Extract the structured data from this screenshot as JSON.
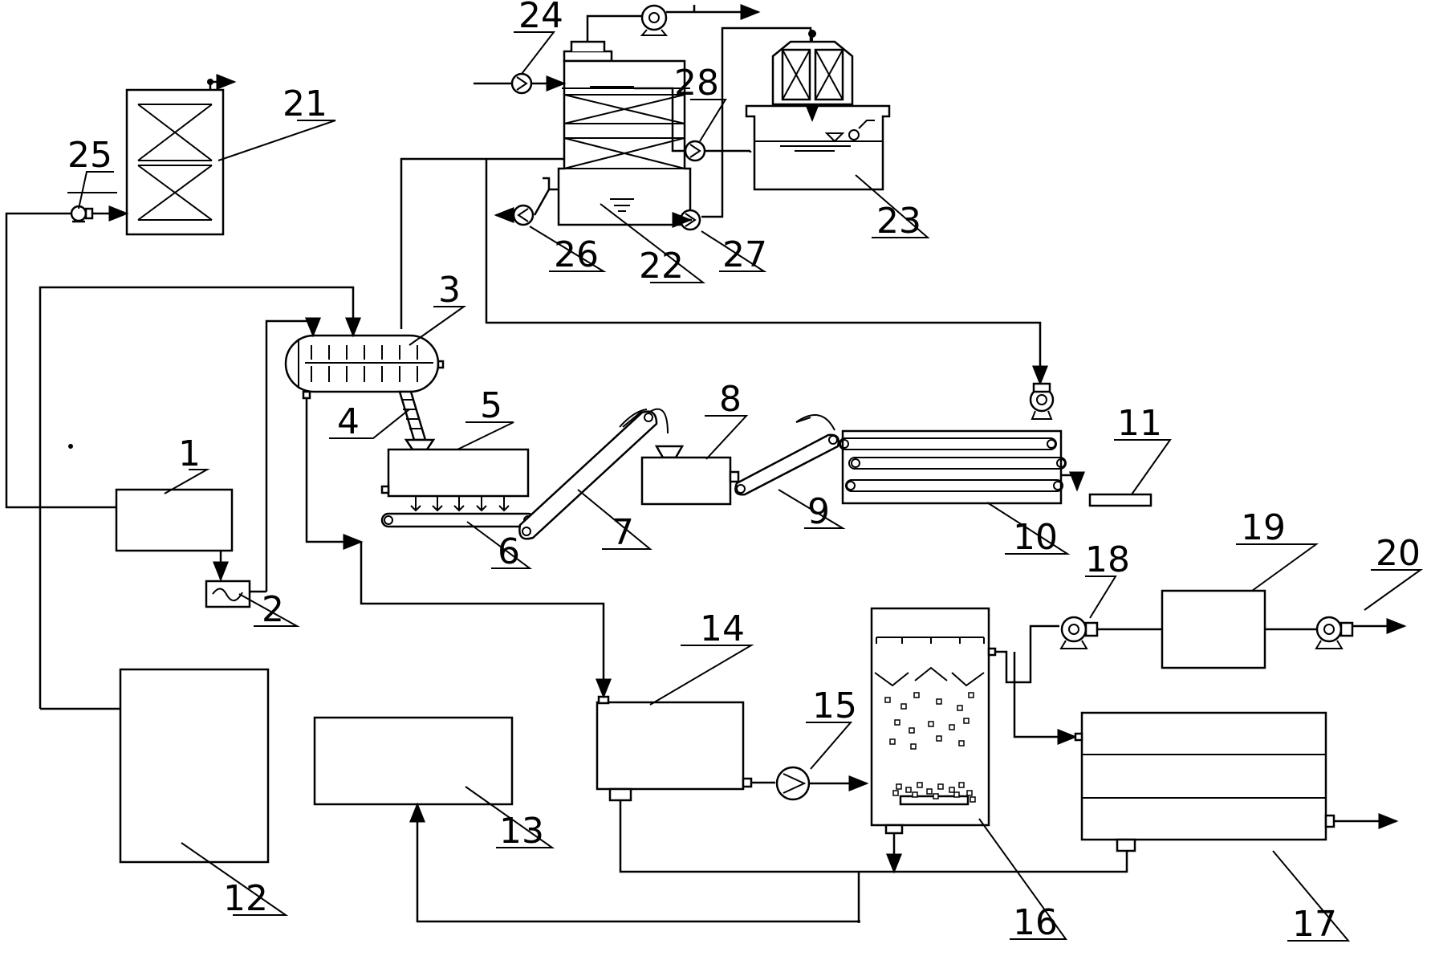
{
  "labels": {
    "l1": "1",
    "l2": "2",
    "l3": "3",
    "l4": "4",
    "l5": "5",
    "l6": "6",
    "l7": "7",
    "l8": "8",
    "l9": "9",
    "l10": "10",
    "l11": "11",
    "l12": "12",
    "l13": "13",
    "l14": "14",
    "l15": "15",
    "l16": "16",
    "l17": "17",
    "l18": "18",
    "l19": "19",
    "l20": "20",
    "l21": "21",
    "l22": "22",
    "l23": "23",
    "l24": "24",
    "l25": "25",
    "l26": "26",
    "l27": "27",
    "l28": "28"
  }
}
